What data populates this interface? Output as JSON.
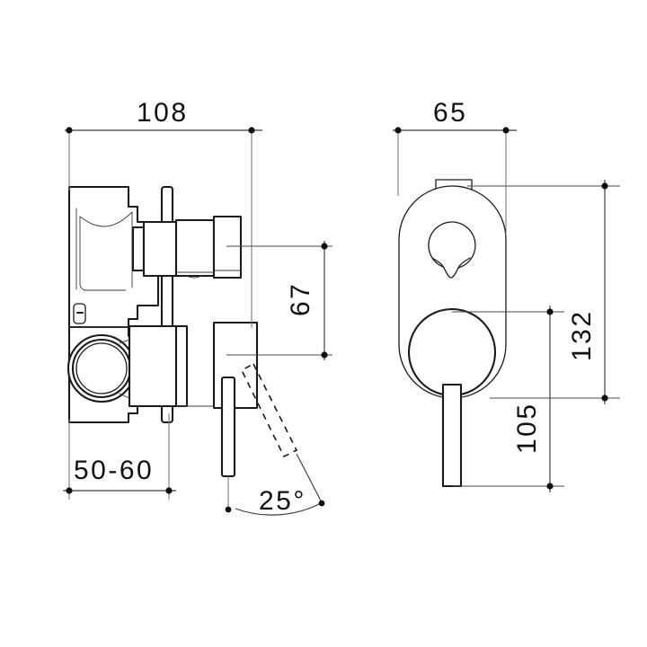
{
  "document": {
    "type": "technical-drawing",
    "subject": "wall-mixer-with-diverter",
    "units": "mm",
    "background_color": "#ffffff",
    "line_color": "#1a1a1a",
    "dimension_color": "#3c3c3c"
  },
  "views": {
    "side": {
      "name": "side-elevation-view",
      "label": ""
    },
    "front": {
      "name": "front-elevation-view",
      "label": ""
    }
  },
  "dimensions": {
    "overall_depth": {
      "value": "108",
      "orientation": "horizontal",
      "view": "side"
    },
    "wall_thickness_range": {
      "value": "50-60",
      "orientation": "horizontal",
      "view": "side"
    },
    "centres_vertical": {
      "value": "67",
      "orientation": "vertical-rotated",
      "view": "side"
    },
    "lever_swing_angle": {
      "value": "25°",
      "orientation": "angular",
      "view": "side"
    },
    "plate_width": {
      "value": "65",
      "orientation": "horizontal",
      "view": "front"
    },
    "plate_height": {
      "value": "132",
      "orientation": "vertical-rotated",
      "view": "front"
    },
    "lever_reach": {
      "value": "105",
      "orientation": "vertical-rotated",
      "view": "front"
    }
  }
}
